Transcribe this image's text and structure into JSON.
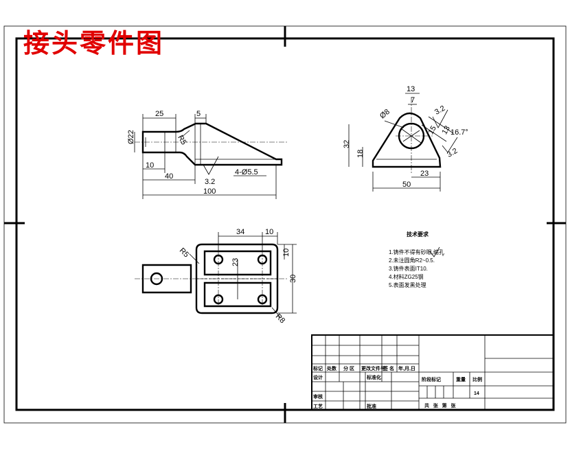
{
  "title": "接头零件图",
  "front_view": {
    "dims": {
      "d25": "25",
      "d5": "5",
      "r5": "R5",
      "phi22": "Ø22",
      "d10": "10",
      "d40": "40",
      "d100": "100",
      "holes": "4-Ø5.5",
      "rough": "3.2"
    }
  },
  "side_view": {
    "dims": {
      "d13": "13",
      "d7": "7",
      "phi8": "Ø8",
      "rough_top": "3.2",
      "d15": "15",
      "d13b": "13",
      "angle": "16.7°",
      "rough_right": "3.2",
      "d32": "32",
      "d18": "18",
      "d23": "23",
      "d50": "50"
    }
  },
  "top_view": {
    "dims": {
      "d34": "34",
      "d10": "10",
      "r5": "R5",
      "d23": "23",
      "d10b": "10",
      "d30": "30",
      "r8": "R8"
    }
  },
  "notes": {
    "heading": "技术要求",
    "lines": [
      "1.铸件不得有砂眼,缩孔",
      "2.未注圆角R2~0.5.",
      "3.铸件表面IT10.",
      "4.材料ZG25钢",
      "5.表面发黑处理"
    ]
  },
  "title_block": {
    "row_labels": [
      "标记",
      "处数",
      "分 区",
      "更改文件号",
      "签 名",
      "年,月,日"
    ],
    "design": "设计",
    "standard": "标准化",
    "stage_mark": "阶段标记",
    "weight": "重量",
    "scale": "比例",
    "review": "审核",
    "process": "工艺",
    "approve": "批准",
    "sheet_count": "14",
    "sheets": "共   张   第   张"
  }
}
